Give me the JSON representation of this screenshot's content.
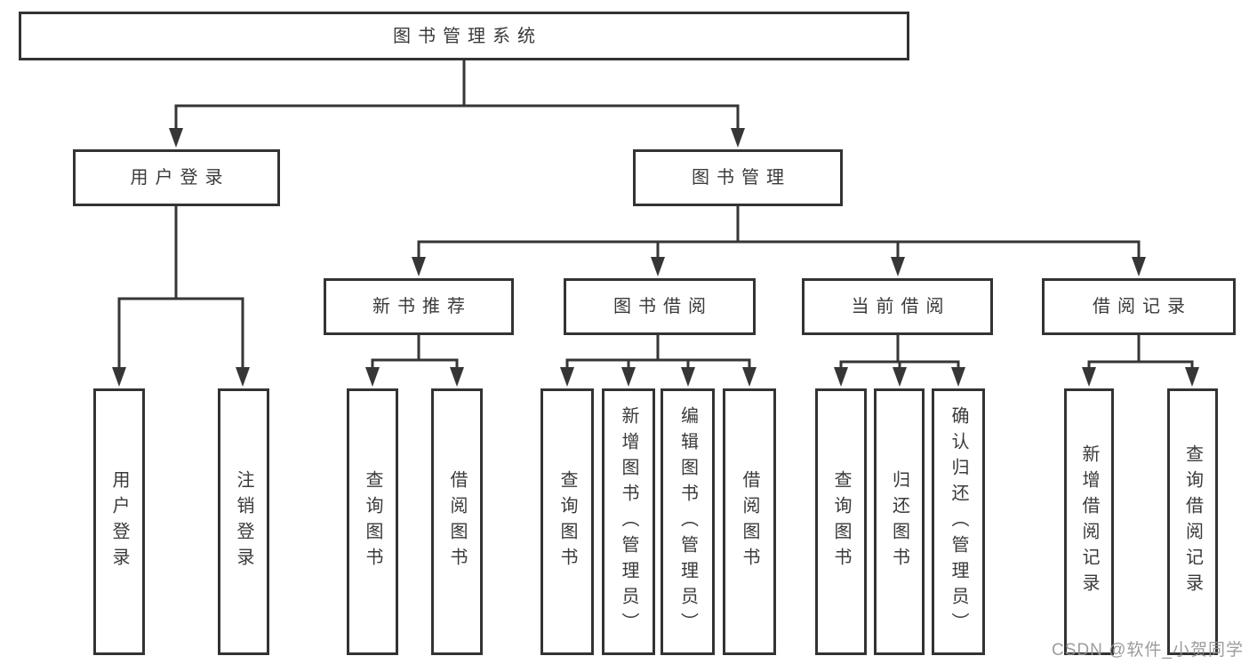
{
  "diagram": {
    "nodes": {
      "root": "图书管理系统",
      "user_login": "用户登录",
      "book_management": "图书管理",
      "new_book_recommend": "新书推荐",
      "book_borrow": "图书借阅",
      "current_borrow": "当前借阅",
      "borrow_record": "借阅记录",
      "leaf_user_login": "用户登录",
      "leaf_logout": "注销登录",
      "rec_query_book": "查询图书",
      "rec_borrow_book": "借阅图书",
      "bb_query_book": "查询图书",
      "bb_add_book": "新增图书（管理员）",
      "bb_edit_book": "编辑图书（管理员）",
      "bb_borrow_book": "借阅图书",
      "cb_query_book": "查询图书",
      "cb_return_book": "归还图书",
      "cb_confirm_return": "确认归还（管理员）",
      "br_add_record": "新增借阅记录",
      "br_query_record": "查询借阅记录"
    },
    "colors": {
      "line": "#363636",
      "box_border": "#333333",
      "text": "#3a3a3a",
      "watermark": "#949494",
      "background": "#ffffff"
    }
  },
  "watermark": "CSDN @软件_小贺同学"
}
